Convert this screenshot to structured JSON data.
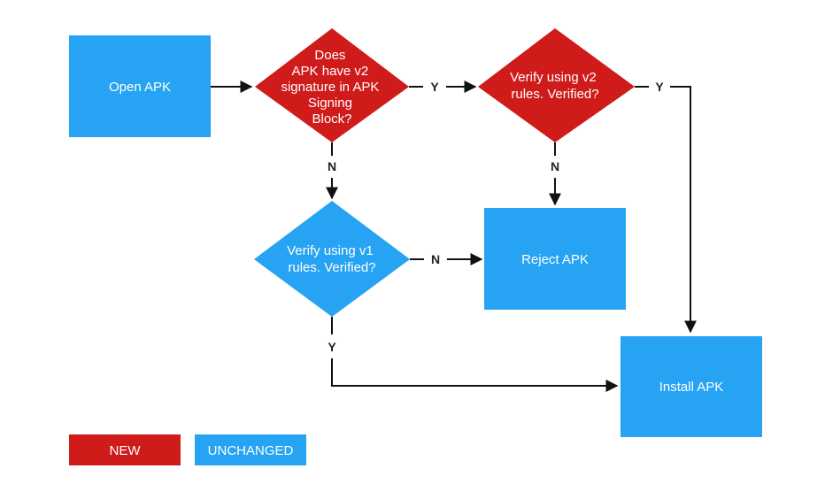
{
  "colors": {
    "new": "#d01b1b",
    "unchanged": "#26a3f2",
    "edge": "#111111",
    "background": "#ffffff"
  },
  "nodes": {
    "open_apk": {
      "lines": [
        "Open APK"
      ],
      "kind": "unchanged"
    },
    "has_v2": {
      "lines": [
        "Does",
        "APK have v2",
        "signature in APK",
        "Signing",
        "Block?"
      ],
      "kind": "new"
    },
    "verify_v2": {
      "lines": [
        "Verify using v2",
        "rules. Verified?"
      ],
      "kind": "new"
    },
    "verify_v1": {
      "lines": [
        "Verify using v1",
        "rules. Verified?"
      ],
      "kind": "unchanged"
    },
    "reject_apk": {
      "lines": [
        "Reject APK"
      ],
      "kind": "unchanged"
    },
    "install_apk": {
      "lines": [
        "Install APK"
      ],
      "kind": "unchanged"
    }
  },
  "edges": {
    "open_to_has_v2": "",
    "has_v2_yes": "Y",
    "has_v2_no": "N",
    "v2_yes": "Y",
    "v2_no": "N",
    "v1_no": "N",
    "v1_yes": "Y"
  },
  "legend": {
    "new": "NEW",
    "unchanged": "UNCHANGED"
  }
}
